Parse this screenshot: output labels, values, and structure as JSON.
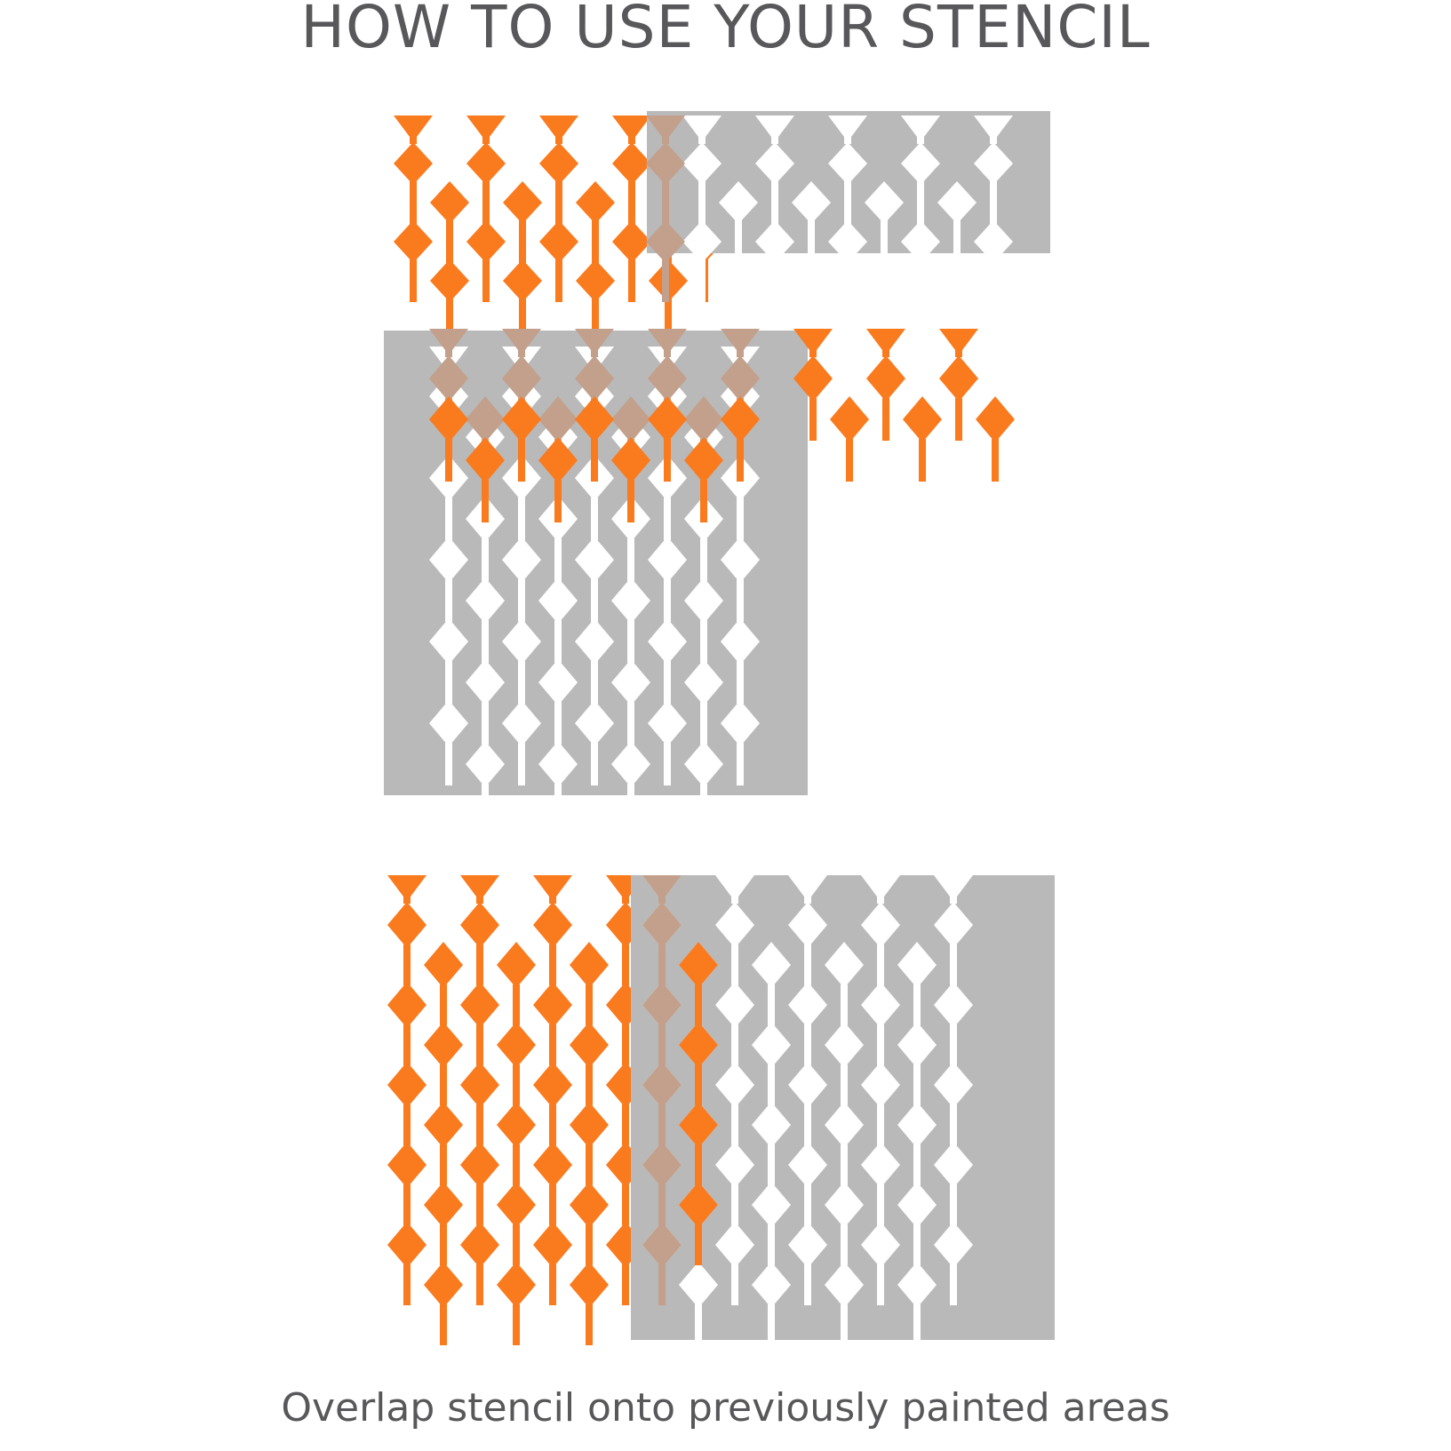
{
  "title": "HOW TO USE YOUR STENCIL",
  "caption": "Overlap stencil onto previously painted areas",
  "colors": {
    "paint": "#fa7a1e",
    "stencil_sheet": "#b9b9b9",
    "stencil_cutout": "#ffffff",
    "overlap": "#c2a08c",
    "text": "#58585a"
  },
  "steps": [
    {
      "name": "step-1",
      "description_visible": false
    },
    {
      "name": "step-2",
      "description_visible": false
    },
    {
      "name": "step-3",
      "description_visible": false
    }
  ]
}
